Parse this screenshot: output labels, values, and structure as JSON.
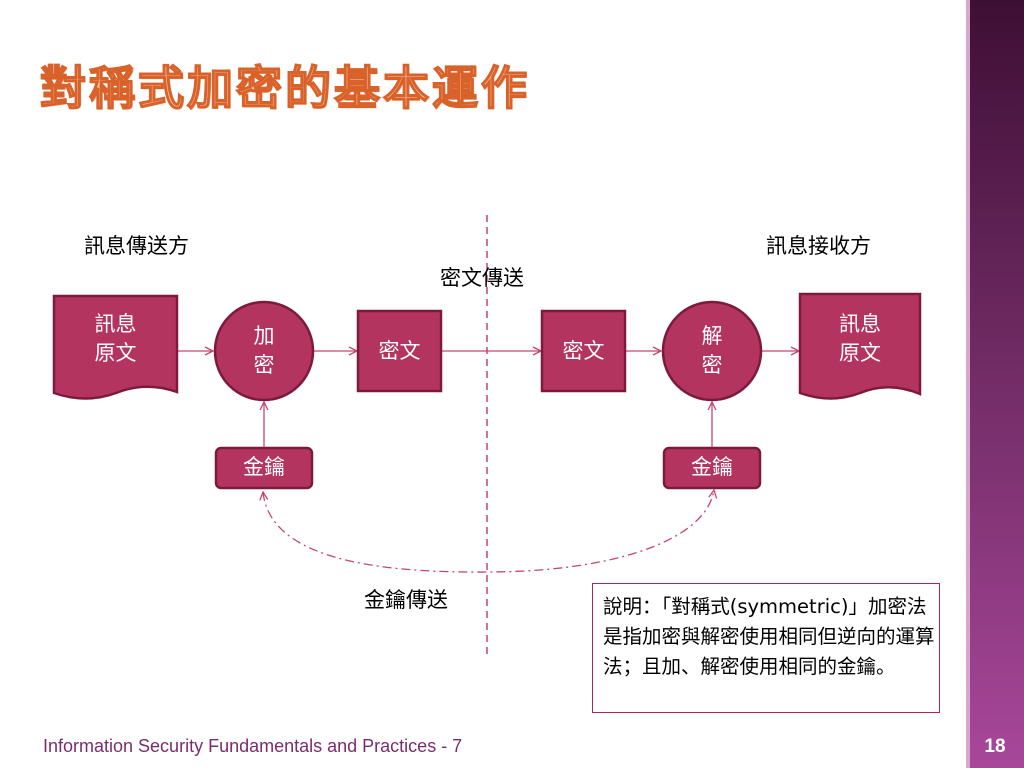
{
  "slide": {
    "title": "對稱式加密的基本運作",
    "page_number": "18",
    "footer": "Information Security Fundamentals and Practices - 7"
  },
  "diagram": {
    "sender_label": "訊息傳送方",
    "receiver_label": "訊息接收方",
    "cipher_transfer_label": "密文傳送",
    "key_transfer_label": "金鑰傳送",
    "sender_plaintext": "訊息\n原文",
    "encrypt": "加\n密",
    "ciphertext_out": "密文",
    "ciphertext_in": "密文",
    "decrypt": "解\n密",
    "receiver_plaintext": "訊息\n原文",
    "key_sender": "金鑰",
    "key_receiver": "金鑰"
  },
  "note": {
    "text": "說明：「對稱式(symmetric)」加密法是指加密與解密使用相同但逆向的運算法；且加、解密使用相同的金鑰。"
  },
  "colors": {
    "node_fill": "#b3345f",
    "node_border": "#7d1a3c",
    "connector": "#c2476e",
    "title_fill": "#f6c7a6",
    "title_outline": "#d9622b"
  }
}
